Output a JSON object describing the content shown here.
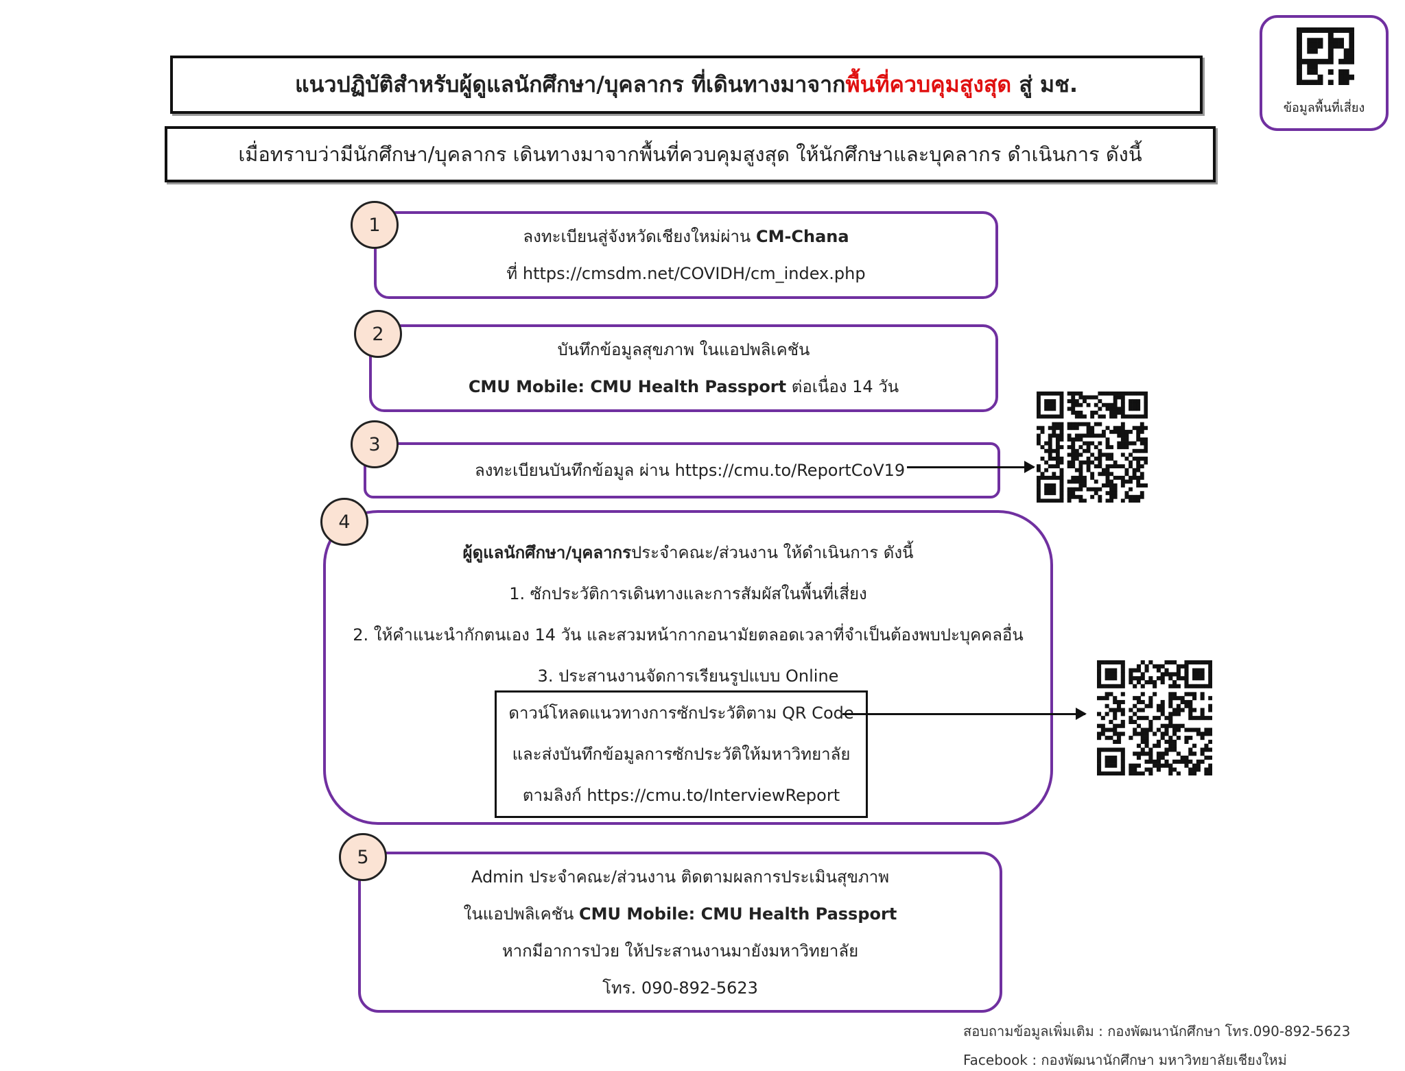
{
  "header": {
    "title_prefix": "แนวปฏิบัติสำหรับผู้ดูแลนักศึกษา/บุคลากร ที่เดินทางมาจาก",
    "title_highlight": "พื้นที่ควบคุมสูงสุด",
    "title_suffix": " สู่ มช.",
    "subtitle": "เมื่อทราบว่ามีนักศึกษา/บุคลากร เดินทางมาจากพื้นที่ควบคุมสูงสุด ให้นักศึกษาและบุคลากร ดำเนินการ ดังนี้",
    "qr_caption": "ข้อมูลพื้นที่เสี่ยง"
  },
  "steps": [
    {
      "num": "1",
      "line1_pre": "ลงทะเบียนสู่จังหวัดเชียงใหม่ผ่าน ",
      "line1_bold": "CM-Chana",
      "line2": "ที่ https://cmsdm.net/COVIDH/cm_index.php"
    },
    {
      "num": "2",
      "line1": "บันทึกข้อมูลสุขภาพ ในแอปพลิเคชัน",
      "line2_bold": "CMU Mobile: CMU Health Passport",
      "line2_post": " ต่อเนื่อง 14 วัน"
    },
    {
      "num": "3",
      "line1": "ลงทะเบียนบันทึกข้อมูล ผ่าน https://cmu.to/ReportCoV19"
    },
    {
      "num": "4",
      "head_bold": "ผู้ดูแลนักศึกษา/บุคลากร",
      "head_post": "ประจำคณะ/ส่วนงาน ให้ดำเนินการ ดังนี้",
      "items": [
        "1. ซักประวัติการเดินทางและการสัมผัสในพื้นที่เสี่ยง",
        "2. ให้คำแนะนำกักตนเอง 14 วัน และสวมหน้ากากอนามัยตลอดเวลาที่จำเป็นต้องพบปะบุคคลอื่น",
        "3. ประสานงานจัดการเรียนรูปแบบ Online"
      ],
      "box": [
        "ดาวน์โหลดแนวทางการซักประวัติตาม QR Code",
        "และส่งบันทึกข้อมูลการซักประวัติให้มหาวิทยาลัย",
        "ตามลิงก์ https://cmu.to/InterviewReport"
      ]
    },
    {
      "num": "5",
      "line1": "Admin ประจำคณะ/ส่วนงาน ติดตามผลการประเมินสุขภาพ",
      "line2_pre": "ในแอปพลิเคชัน ",
      "line2_bold": "CMU Mobile: CMU Health Passport",
      "line3": "หากมีอาการป่วย ให้ประสานงานมายังมหาวิทยาลัย",
      "line4": "โทร. 090-892-5623"
    }
  ],
  "footer": {
    "contact": "สอบถามข้อมูลเพิ่มเติม : กองพัฒนานักศึกษา โทร.090-892-5623",
    "facebook": "Facebook : กองพัฒนานักศึกษา มหาวิทยาลัยเชียงใหม่"
  }
}
